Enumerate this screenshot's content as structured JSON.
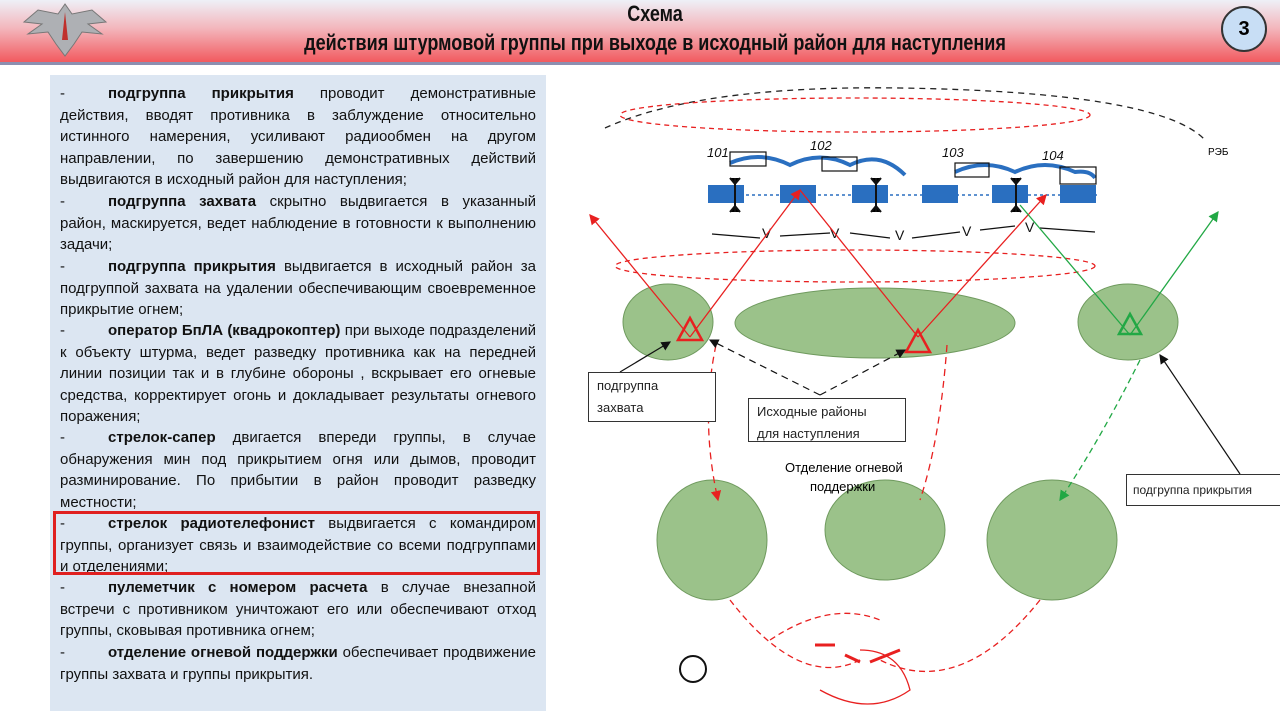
{
  "header": {
    "title_line1": "Схема",
    "title_line2": "действия штурмовой группы при выходе в исходный район для наступления",
    "page_number": "3"
  },
  "text_panel": {
    "items": [
      {
        "prefix": "-",
        "bold": "подгруппа прикрытия",
        "text": " проводит демонстративные действия, вводят противника в заблуждение относительно истинного намерения, усиливают  радиообмен на другом направлении, по завершению демонстративных действий выдвигаются в исходный район для наступления;"
      },
      {
        "prefix": "-",
        "bold": "подгруппа захвата",
        "text": " скрытно выдвигается в указанный район, маскируется, ведет наблюдение в готовности к выполнению задачи;"
      },
      {
        "prefix": "-",
        "bold": "подгруппа прикрытия",
        "text": " выдвигается в исходный район за подгруппой захвата на удалении обеспечивающим своевременное прикрытие огнем;"
      },
      {
        "prefix": "-",
        "bold": "оператор БпЛА (квадрокоптер)",
        "text": " при выходе подразделений к объекту штурма, ведет разведку противника как на передней линии позиции так и в глубине обороны , вскрывает его огневые средства, корректирует огонь и докладывает результаты огневого поражения;"
      },
      {
        "prefix": "-",
        "bold": "стрелок-сапер",
        "text": " двигается впереди группы, в случае обнаружения мин под прикрытием огня или дымов, проводит разминирование. По прибытии в район проводит разведку местности;"
      },
      {
        "prefix": "-",
        "bold": "стрелок радиотелефонист",
        "text": " выдвигается с командиром группы, организует связь и взаимодействие со всеми подгруппами и отделениями;"
      },
      {
        "prefix": "-",
        "bold": "пулеметчик с номером расчета",
        "text": " в случае внезапной встречи с противником уничтожают его или обеспечивают отход группы, сковывая противника огнем;"
      },
      {
        "prefix": "-",
        "bold": "отделение огневой поддержки",
        "text": " обеспечивает продвижение группы захвата и группы прикрытия."
      }
    ]
  },
  "diagram": {
    "positions": [
      "101",
      "102",
      "103",
      "104"
    ],
    "reb_label": "РЭБ",
    "capture_label_1": "подгруппа",
    "capture_label_2": "захвата",
    "start_areas_1": "Исходные районы",
    "start_areas_2": "для наступления",
    "fire_support_1": "Отделение огневой",
    "fire_support_2": "поддержки",
    "cover_label": "подгруппа прикрытия"
  },
  "colors": {
    "red": "#e82020",
    "green": "#22a845",
    "blue": "#2a6fc0",
    "panel": "#dce6f2"
  }
}
